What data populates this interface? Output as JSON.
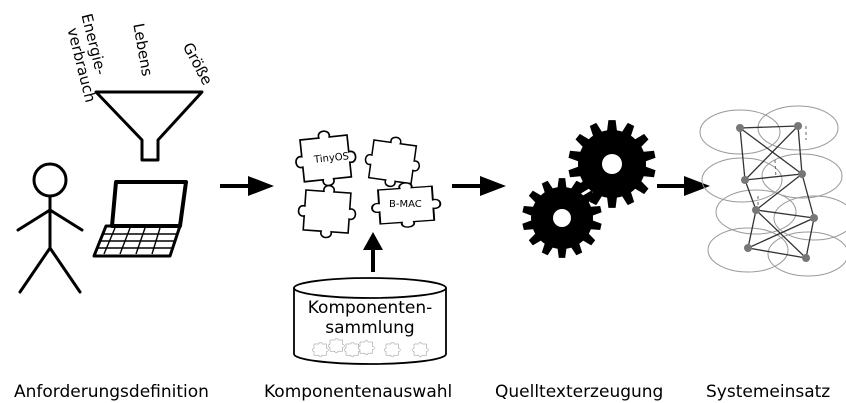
{
  "stages": [
    {
      "label": "Anforderungsdefinition"
    },
    {
      "label": "Komponentenauswahl"
    },
    {
      "label": "Quelltexterzeugung"
    },
    {
      "label": "Systemeinsatz"
    }
  ],
  "funnel_inputs": {
    "energy_line1": "Energie-",
    "energy_line2": "verbrauch",
    "lifetime": "Lebens",
    "size": "Größe"
  },
  "puzzle": {
    "piece_os": "TinyOS",
    "piece_mac": "B-MAC"
  },
  "repository": {
    "line1": "Komponenten-",
    "line2": "sammlung"
  }
}
